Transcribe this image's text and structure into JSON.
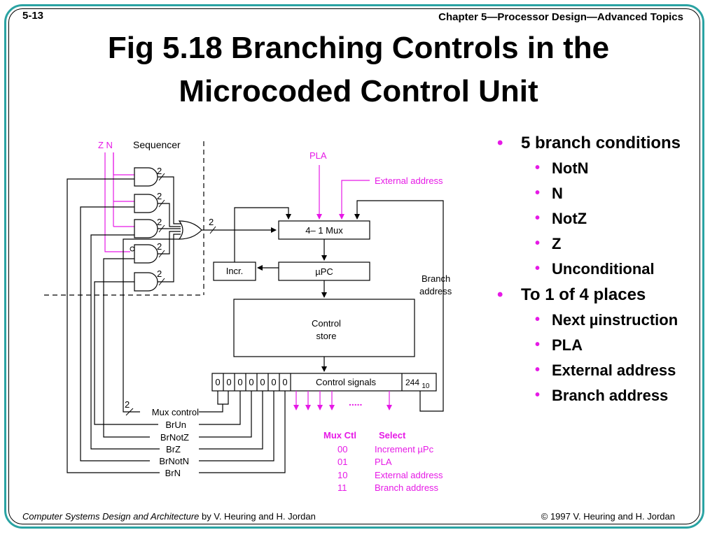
{
  "header": {
    "slide_number": "5-13",
    "chapter": "Chapter 5—Processor Design—Advanced Topics"
  },
  "title": {
    "line1": "Fig 5.18  Branching Controls in the",
    "line2": "Microcoded Control Unit"
  },
  "diagram": {
    "labels": {
      "zn": "Z N",
      "sequencer": "Sequencer",
      "pla": "PLA",
      "external_address": "External address",
      "mux": "4– 1 Mux",
      "incr": "Incr.",
      "upc": "µPC",
      "branch_address_1": "Branch",
      "branch_address_2": "address",
      "control_store_1": "Control",
      "control_store_2": "store",
      "control_signals": "Control signals",
      "bits_244": "244",
      "bits_sub": "10",
      "dots": ".....",
      "bus2": "2"
    },
    "microword_bits": [
      "0",
      "0",
      "0",
      "0",
      "0",
      "0",
      "0"
    ],
    "control_lines": [
      "Mux control",
      "BrUn",
      "BrNotZ",
      "BrZ",
      "BrNotN",
      "BrN"
    ],
    "mux_table": {
      "header_ctl": "Mux Ctl",
      "header_select": "Select",
      "rows": [
        {
          "code": "00",
          "select": "Increment µPc"
        },
        {
          "code": "01",
          "select": "PLA"
        },
        {
          "code": "10",
          "select": "External address"
        },
        {
          "code": "11",
          "select": "Branch address"
        }
      ]
    },
    "colors": {
      "accent": "#e619e6",
      "line": "#000000",
      "frame": "#2aa3a3"
    }
  },
  "bullets": [
    {
      "text": "5 branch conditions",
      "children": [
        "NotN",
        "N",
        "NotZ",
        "Z",
        "Unconditional"
      ]
    },
    {
      "text": "To 1 of 4 places",
      "children": [
        "Next µinstruction",
        "PLA",
        "External address",
        "Branch address"
      ]
    }
  ],
  "footer": {
    "book": "Computer Systems Design and Architecture",
    "authors": " by V. Heuring and H. Jordan",
    "copyright": "© 1997 V. Heuring and H. Jordan"
  }
}
